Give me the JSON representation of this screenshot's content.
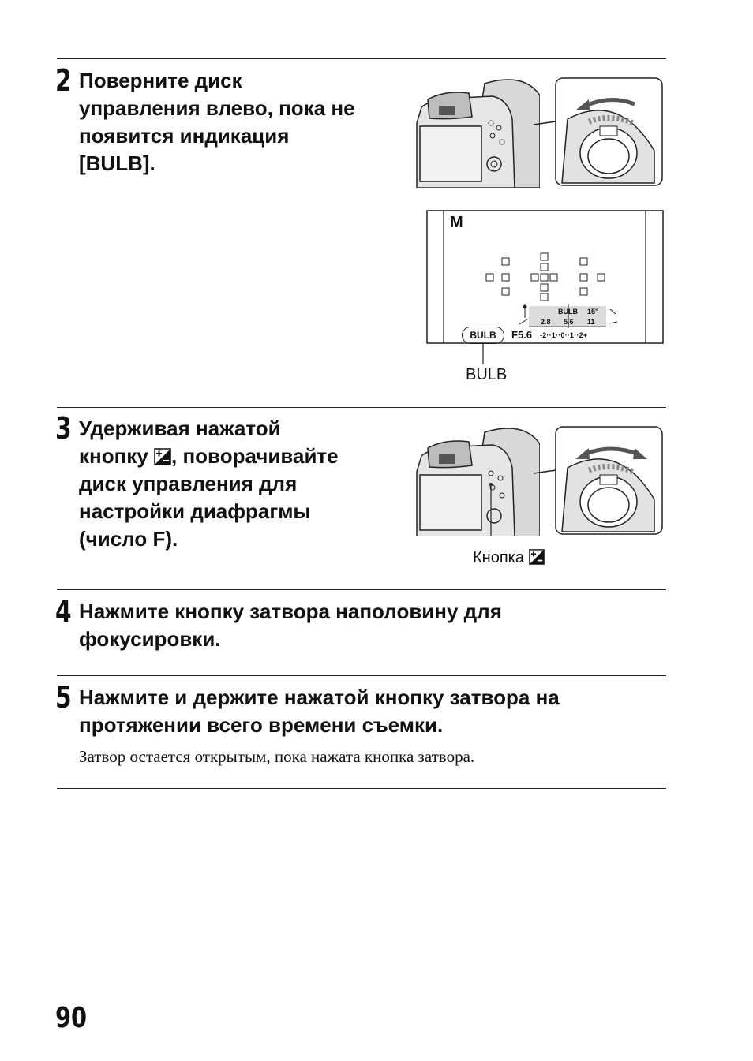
{
  "steps": [
    {
      "number": "2",
      "lines": [
        "Поверните диск",
        "управления влево, пока не",
        "появится индикация",
        "[BULB]."
      ]
    },
    {
      "number": "3",
      "line1": "Удерживая нажатой",
      "line2_before": "кнопку",
      "line2_after": ", поворачивайте",
      "line3": "диск управления для",
      "line4": "настройки диафрагмы",
      "line5": "(число F)."
    },
    {
      "number": "4",
      "lines": [
        "Нажмите кнопку затвора наполовину для",
        "фокусировки."
      ]
    },
    {
      "number": "5",
      "lines": [
        "Нажмите и держите нажатой кнопку затвора на",
        "протяжении всего времени съемки."
      ],
      "note": "Затвор остается открытым, пока нажата кнопка затвора."
    }
  ],
  "display": {
    "mode": "M",
    "badge": "BULB",
    "fnumber": "F5.6",
    "scale_top_left": "BULB",
    "scale_top_right": "15\"",
    "scale_bottom": [
      "2.8",
      "5.6",
      "11"
    ],
    "ev_scale": "-2··1··0··1··2+"
  },
  "callouts": {
    "bulb_label": "BULB",
    "button_label": "Кнопка"
  },
  "page_number": "90"
}
